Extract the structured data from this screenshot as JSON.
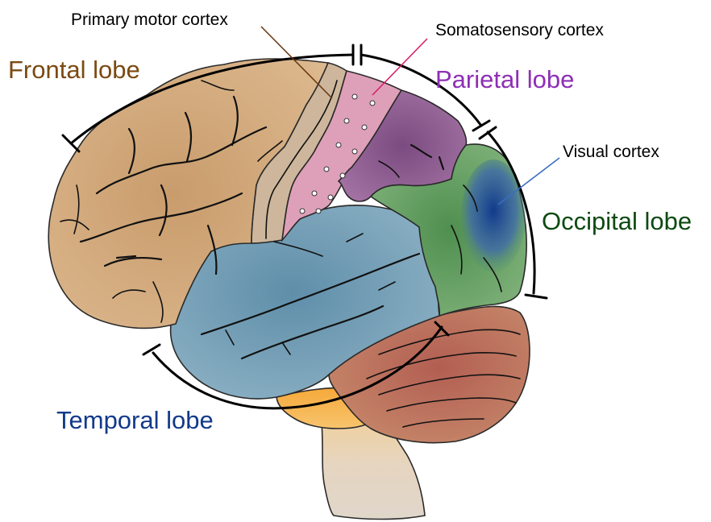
{
  "labels": {
    "frontal": "Frontal lobe",
    "parietal": "Parietal lobe",
    "occipital": "Occipital lobe",
    "temporal": "Temporal lobe",
    "motor": "Primary motor cortex",
    "somatosensory": "Somatosensory cortex",
    "visual": "Visual cortex"
  },
  "colors": {
    "frontal_text": "#7b4a12",
    "parietal_text": "#8e2fb5",
    "occipital_text": "#0d4a12",
    "temporal_text": "#123a8a",
    "frontal_fill": "#d2ab7e",
    "motor_fill": "#cdb69b",
    "somatosensory_fill": "#dea0b8",
    "parietal_fill": "#8c5a8e",
    "occipital_fill": "#5c9a5a",
    "visual_fill": "#1c3f8c",
    "temporal_fill": "#6f9fb8",
    "cerebellum_fill": "#b86e5e",
    "pons_fill": "#f6b046",
    "stem_fill": "#e6d7c2",
    "motor_leader": "#6b3a14",
    "somatosensory_leader": "#d8206a",
    "visual_leader": "#3a6ec2"
  }
}
